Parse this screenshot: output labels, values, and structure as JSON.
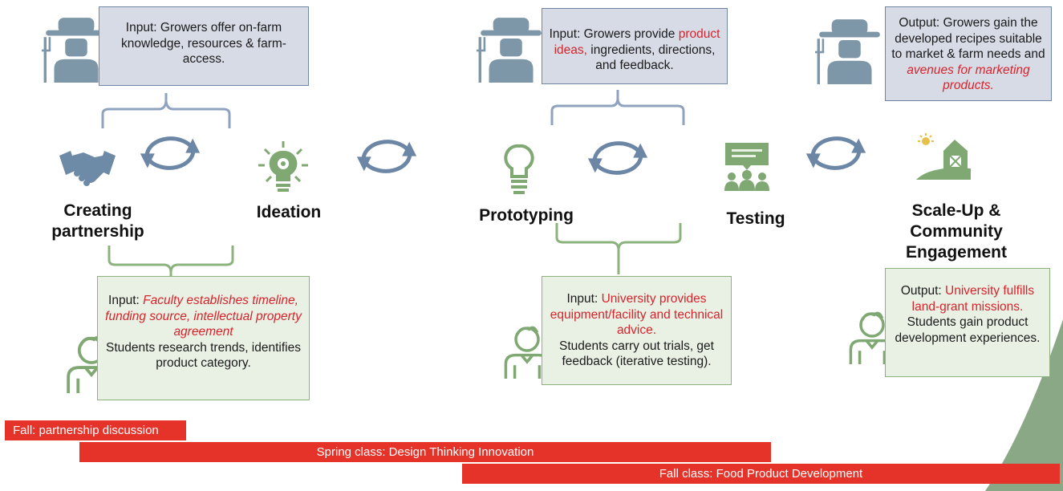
{
  "colors": {
    "grower": "#7e97a8",
    "grower_box_fill": "#d7dbe6",
    "grower_box_border": "#6f86a4",
    "university": "#7fa873",
    "university_box_fill": "#e9f1e5",
    "university_box_border": "#8cb37e",
    "bracket_blue": "#8fa3bf",
    "bracket_green": "#8cb37e",
    "cycle_arrow": "#6c86a6",
    "highlight_red": "#d8232a",
    "timeline_bar": "#e5332a",
    "ramp": "#8aa886"
  },
  "icons": {
    "farmer": "farmer-with-pitchfork-icon",
    "student": "student-icon",
    "handshake": "handshake-icon",
    "ideation": "lightbulb-gear-icon",
    "prototyping": "lightbulb-icon",
    "testing": "focus-group-icon",
    "scaleup": "farm-barn-icon",
    "cycle": "cycle-arrows-icon"
  },
  "stages": [
    {
      "label_line1": "Creating",
      "label_line2": "partnership"
    },
    {
      "label": "Ideation"
    },
    {
      "label": "Prototyping"
    },
    {
      "label": "Testing"
    },
    {
      "label_line1": "Scale-Up &",
      "label_line2": "Community",
      "label_line3": "Engagement"
    }
  ],
  "grower_boxes": [
    {
      "text": "Input: Growers offer on-farm knowledge, resources & farm-access."
    },
    {
      "prefix": "Input: Growers provide",
      "highlight": "product ideas,",
      "suffix": "ingredients, directions, and feedback."
    },
    {
      "prefix": "Output: Growers gain the developed recipes suitable to market & farm needs and",
      "highlight": "avenues for marketing products."
    }
  ],
  "university_boxes": [
    {
      "prefix": "Input:",
      "highlight": "Faculty establishes timeline, funding source, intellectual property agreement",
      "suffix": "Students research trends, identifies product category."
    },
    {
      "prefix": "Input:",
      "highlight": "University provides equipment/facility and technical advice.",
      "suffix": "Students carry out trials, get feedback (iterative testing)."
    },
    {
      "prefix": "Output:",
      "highlight": "University fulfills land-grant missions.",
      "suffix": "Students gain product development experiences."
    }
  ],
  "timeline": [
    {
      "label": "Fall: partnership discussion"
    },
    {
      "label": "Spring class: Design Thinking Innovation"
    },
    {
      "label": "Fall class: Food Product Development"
    }
  ]
}
